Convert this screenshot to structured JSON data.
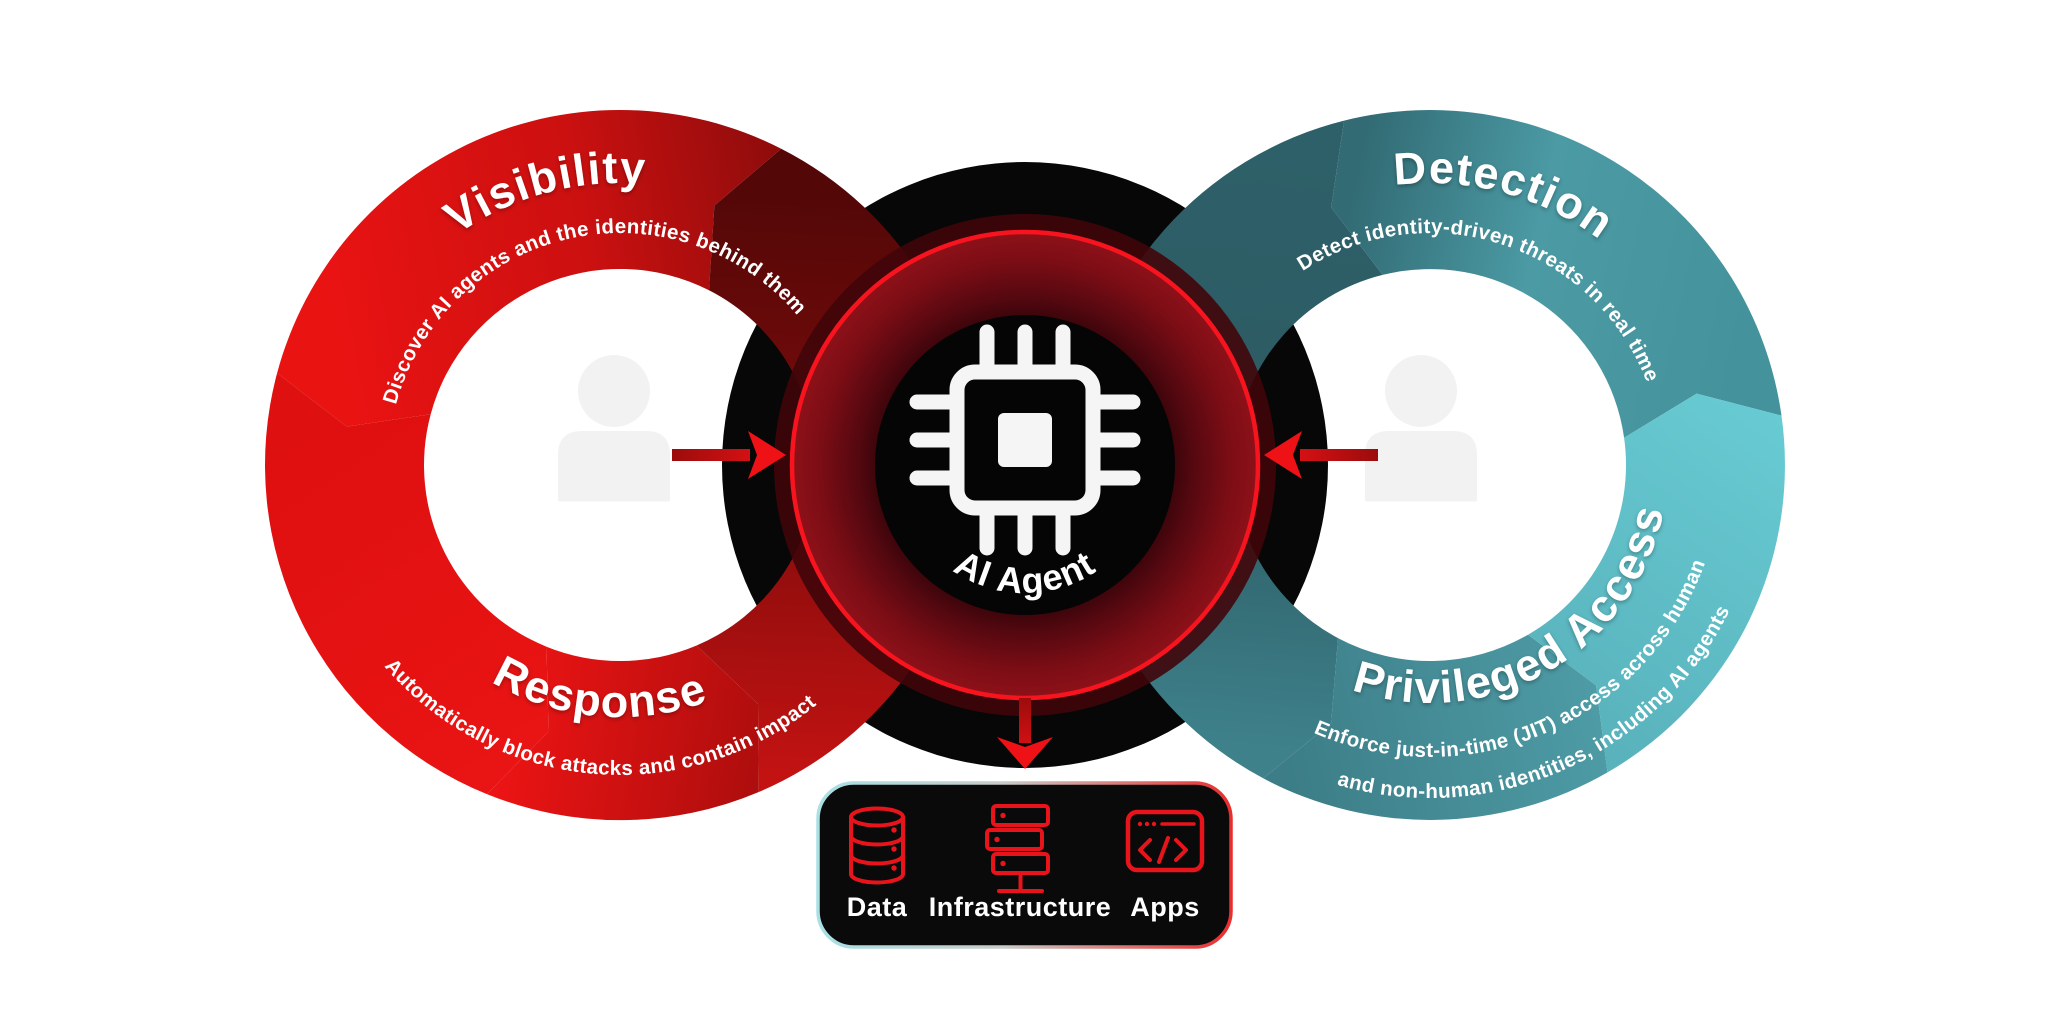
{
  "rings": {
    "visibility": {
      "title": "Visibility",
      "subtitle": "Discover AI agents and the identities behind them"
    },
    "response": {
      "title": "Response",
      "subtitle": "Automatically block attacks and contain impact"
    },
    "detection": {
      "title": "Detection",
      "subtitle": "Detect identity-driven threats in real time"
    },
    "privileged_access": {
      "title": "Privileged Access",
      "subtitle_line1": "Enforce just-in-time (JIT) access across human",
      "subtitle_line2": "and non-human identities, including AI agents"
    }
  },
  "center": {
    "label": "AI Agent",
    "icon": "cpu-chip-icon"
  },
  "resources": {
    "items": [
      {
        "icon": "database-icon",
        "label": "Data"
      },
      {
        "icon": "server-stack-icon",
        "label": "Infrastructure"
      },
      {
        "icon": "code-window-icon",
        "label": "Apps"
      }
    ]
  },
  "colors": {
    "red_bright": "#e81313",
    "red_dark": "#6e0a0a",
    "maroon_band": "#7c0d13",
    "ring_stroke_red": "#f8141f",
    "teal_bright": "#68cbd3",
    "teal_mid": "#4b9aa4",
    "teal_dark": "#2c5a62",
    "disc_black": "#070707",
    "text_white": "#ffffff",
    "icon_red": "#e8141b",
    "arrow_red": "#ee1217",
    "panel_border_left": "#a8e0e4",
    "panel_border_right": "#ea2c2c",
    "user_gray": "#f2f2f2"
  }
}
